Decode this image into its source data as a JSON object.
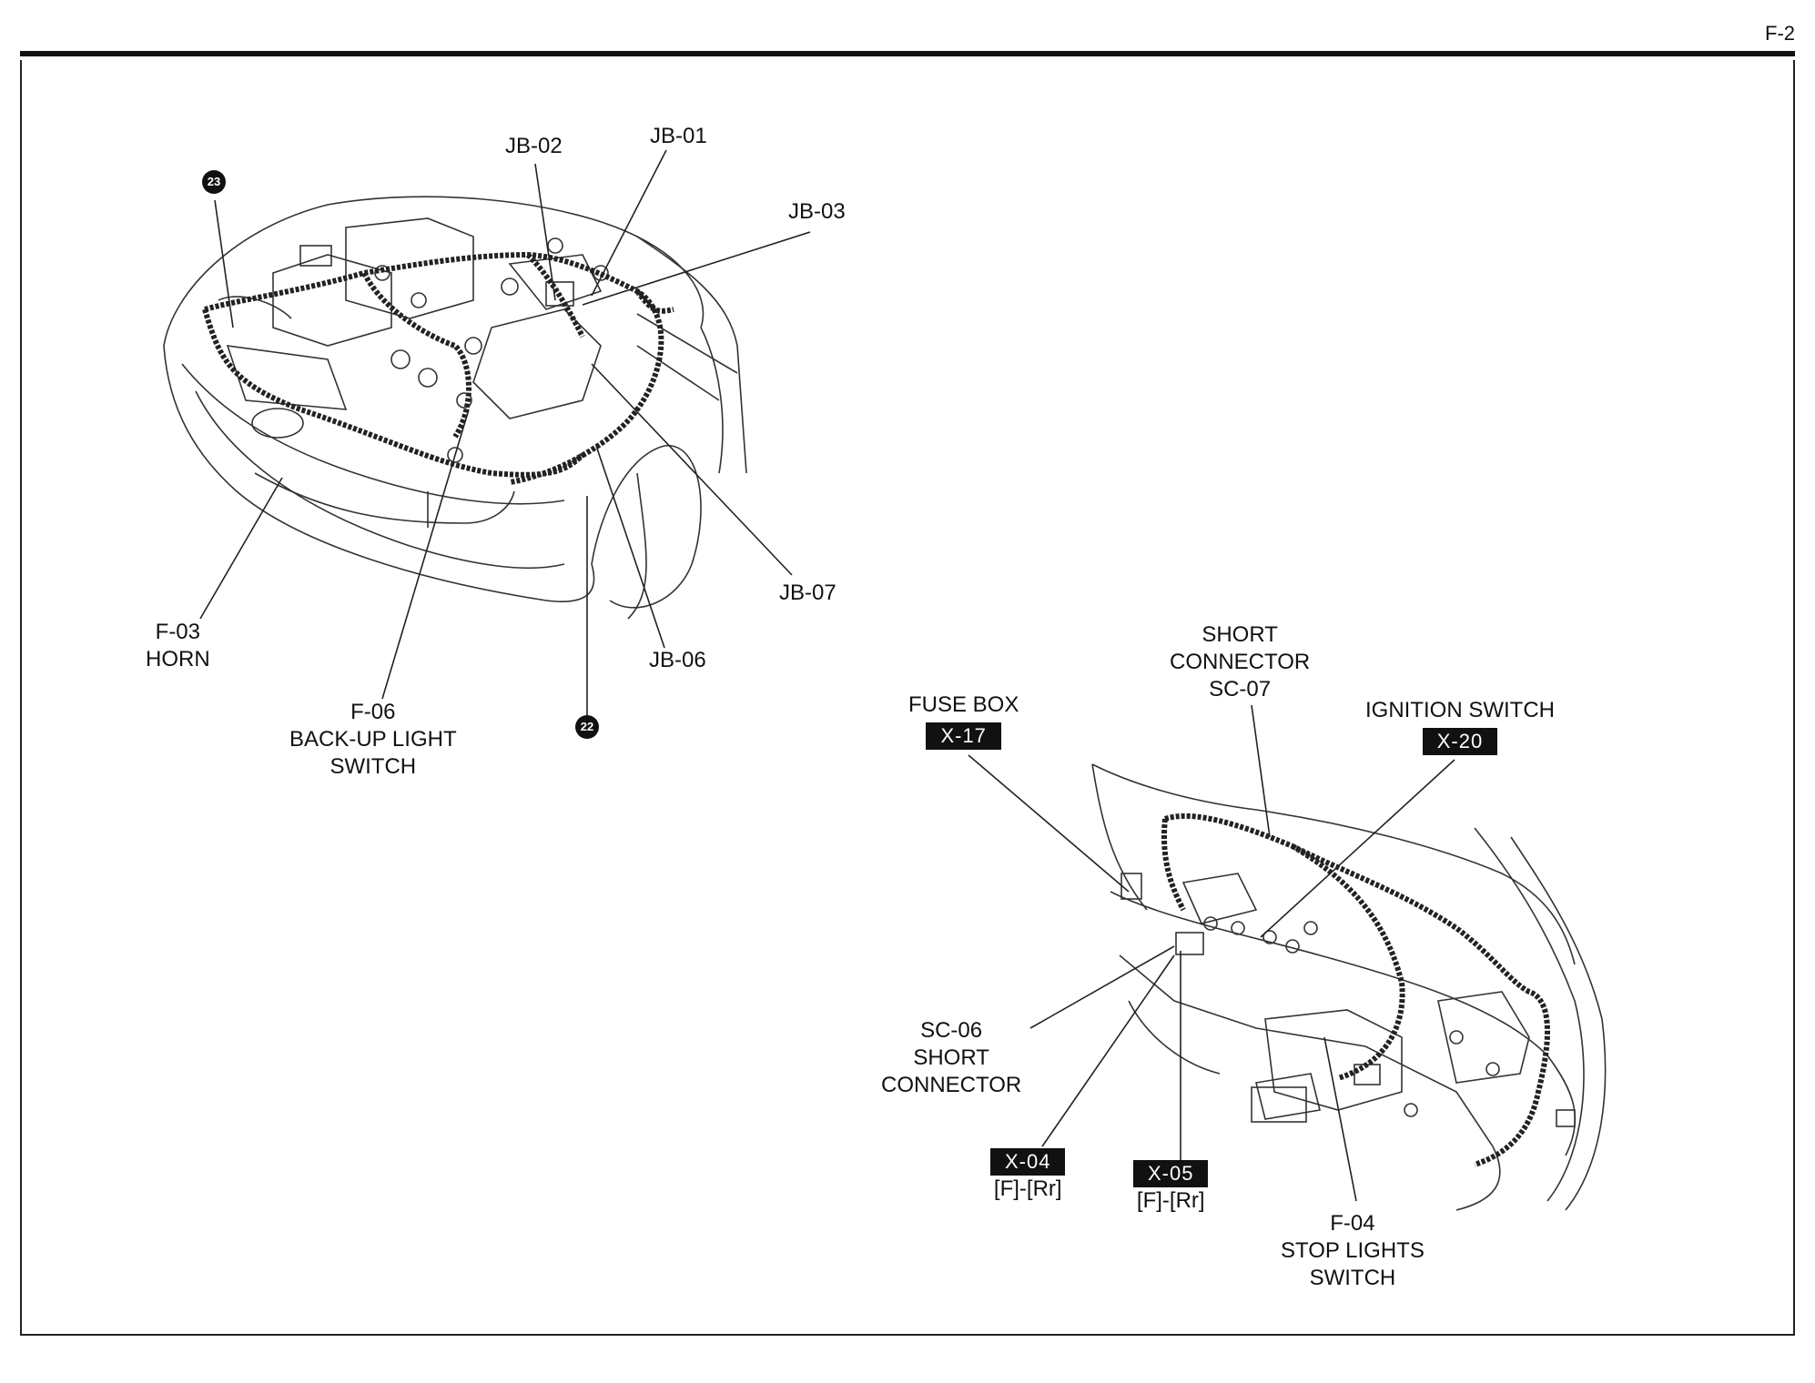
{
  "page": {
    "label": "F-2"
  },
  "front_view": {
    "callouts": {
      "jb02": "JB-02",
      "jb01": "JB-01",
      "jb03": "JB-03",
      "jb07": "JB-07",
      "jb06": "JB-06",
      "f03_code": "F-03",
      "f03_name": "HORN",
      "f06_code": "F-06",
      "f06_line1": "BACK-UP LIGHT",
      "f06_line2": "SWITCH",
      "marker_23": "23",
      "marker_22": "22"
    }
  },
  "interior_view": {
    "callouts": {
      "fuse_box": "FUSE BOX",
      "x17": "X-17",
      "sc07_line1": "SHORT",
      "sc07_line2": "CONNECTOR",
      "sc07_code": "SC-07",
      "ignition": "IGNITION SWITCH",
      "x20": "X-20",
      "sc06_code": "SC-06",
      "sc06_line1": "SHORT",
      "sc06_line2": "CONNECTOR",
      "x04": "X-04",
      "x04_sub": "[F]-[Rr]",
      "x05": "X-05",
      "x05_sub": "[F]-[Rr]",
      "f04_code": "F-04",
      "f04_line1": "STOP LIGHTS",
      "f04_line2": "SWITCH"
    }
  }
}
